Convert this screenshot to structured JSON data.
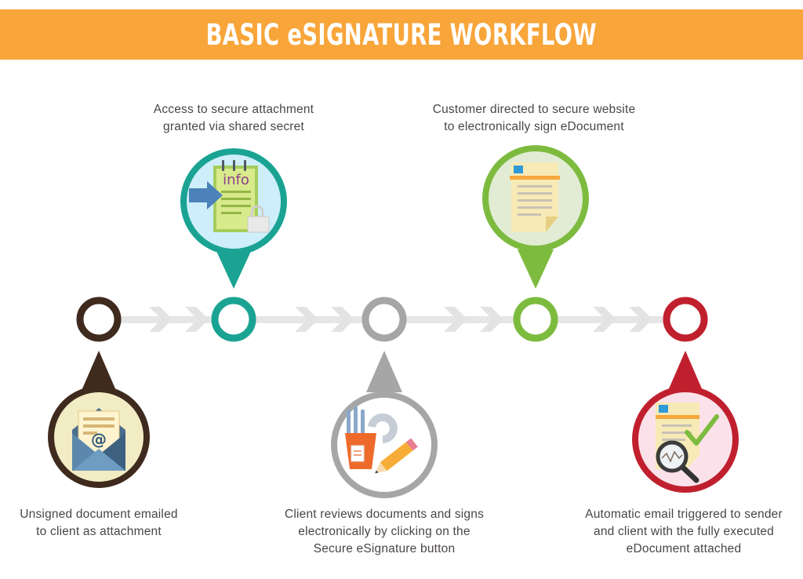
{
  "title": "BASIC eSIGNATURE WORKFLOW",
  "colors": {
    "banner": "#f8a53a",
    "text": "#4a4545",
    "track": "#e6e6e6",
    "chevron": "#e3e3e3",
    "step1": "#3f2a1e",
    "step2": "#1aa393",
    "step3": "#a6a6a6",
    "step4": "#7dbb3f",
    "step5": "#c0202e"
  },
  "steps": [
    {
      "id": "email",
      "icon": "email-envelope-icon",
      "caption": [
        "Unsigned document emailed",
        "to client as attachment"
      ]
    },
    {
      "id": "access",
      "icon": "info-document-lock-icon",
      "caption": [
        "Access to secure attachment",
        "granted via shared secret"
      ]
    },
    {
      "id": "review",
      "icon": "document-pencil-icon",
      "caption": [
        "Client reviews documents and signs",
        "electronically by clicking on the",
        "Secure eSignature button"
      ]
    },
    {
      "id": "website",
      "icon": "edocument-icon",
      "caption": [
        "Customer directed to secure website",
        "to electronically sign eDocument"
      ]
    },
    {
      "id": "complete",
      "icon": "signed-document-magnifier-icon",
      "caption": [
        "Automatic email triggered to sender",
        "and client with the fully executed",
        "eDocument attached"
      ]
    }
  ]
}
